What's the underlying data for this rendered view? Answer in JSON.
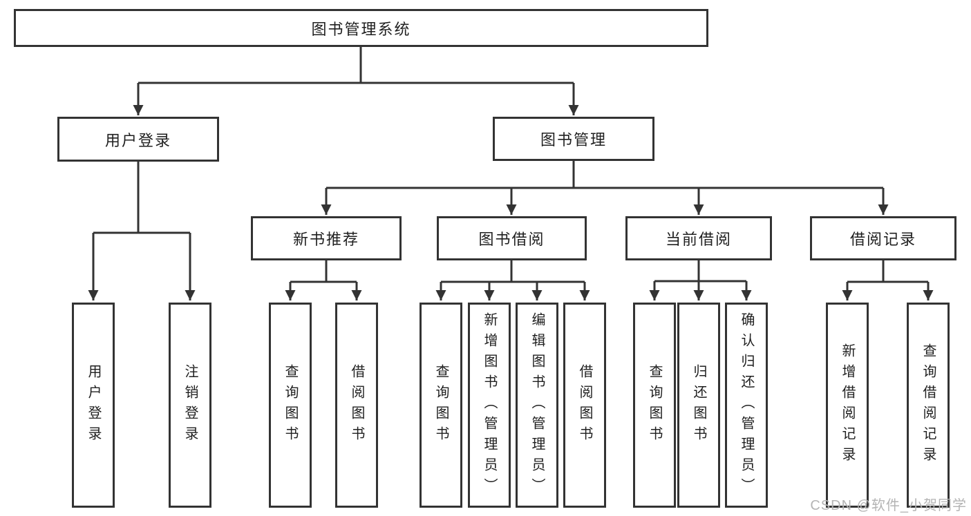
{
  "diagram": {
    "title": "图书管理系统",
    "children": [
      {
        "label": "用户登录",
        "children": [
          {
            "label": "用户登录"
          },
          {
            "label": "注销登录"
          }
        ]
      },
      {
        "label": "图书管理",
        "children": [
          {
            "label": "新书推荐",
            "children": [
              {
                "label": "查询图书"
              },
              {
                "label": "借阅图书"
              }
            ]
          },
          {
            "label": "图书借阅",
            "children": [
              {
                "label": "查询图书"
              },
              {
                "label": "新增图书（管理员）"
              },
              {
                "label": "编辑图书（管理员）"
              },
              {
                "label": "借阅图书"
              }
            ]
          },
          {
            "label": "当前借阅",
            "children": [
              {
                "label": "查询图书"
              },
              {
                "label": "归还图书"
              },
              {
                "label": "确认归还（管理员）"
              }
            ]
          },
          {
            "label": "借阅记录",
            "children": [
              {
                "label": "新增借阅记录"
              },
              {
                "label": "查询借阅记录"
              }
            ]
          }
        ]
      }
    ]
  },
  "watermark": {
    "text": "CSDN @软件_小贺同学"
  },
  "colors": {
    "line": "#333333",
    "box_border": "#333333",
    "text": "#1f1f1f",
    "watermark": "#b4b4b4",
    "background": "#ffffff"
  }
}
